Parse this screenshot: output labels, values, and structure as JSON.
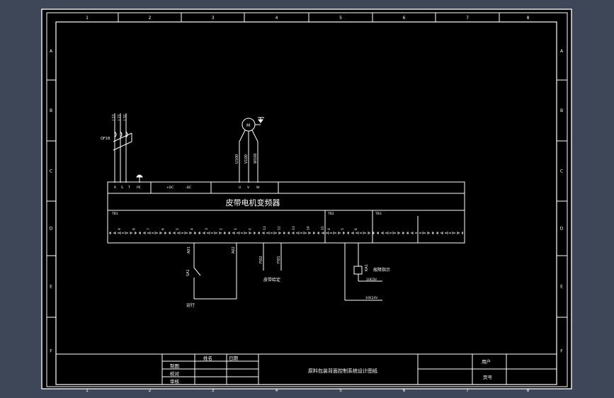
{
  "colors": {
    "app_background": "#3d4757",
    "sheet_background": "#000000",
    "line": "#ffffff"
  },
  "frame": {
    "columns": [
      "1",
      "2",
      "3",
      "4",
      "5",
      "6",
      "7",
      "8"
    ],
    "rows": [
      "A",
      "B",
      "C",
      "D",
      "E",
      "F"
    ]
  },
  "inverter": {
    "title": "皮带电机变频器",
    "top_terminals": [
      "R",
      "S",
      "T",
      "PE",
      "+DC",
      "-DC",
      "U",
      "V",
      "W"
    ],
    "group_labels": [
      "TB1",
      "TB2",
      "TB3"
    ],
    "tb1_terminals": [
      "9",
      "8",
      "7",
      "6",
      "5",
      "4",
      "3",
      "2",
      "1",
      "0",
      "11",
      "12",
      "13",
      "14",
      "15"
    ],
    "tb2_terminals": [
      "4",
      "5",
      "6"
    ]
  },
  "power_input": {
    "wire_labels": [
      "L11",
      "L21",
      "L31"
    ],
    "breaker_label": "QF1B"
  },
  "motor": {
    "symbol": "M",
    "wire_labels": [
      "U100",
      "V100",
      "W100"
    ]
  },
  "control": {
    "run_wire_labels": [
      "A01",
      "A02"
    ],
    "switch_label": "SA1",
    "run_label": "运行",
    "speed_wire_labels": [
      "FI02",
      "FI01"
    ],
    "speed_label": "皮带给定",
    "indicator_wire_label": "KA1",
    "indicator_label": "故障指示",
    "dc_label_1": "10EDV",
    "dc_label_2": "10E24V"
  },
  "title_block": {
    "header_name": "姓名",
    "header_date": "日期",
    "role_drawn": "制图",
    "role_checked": "校对",
    "role_review": "审核",
    "drawing_title": "原料包装背面控制系统设计图纸",
    "user_label": "用户",
    "page_label": "页号"
  }
}
